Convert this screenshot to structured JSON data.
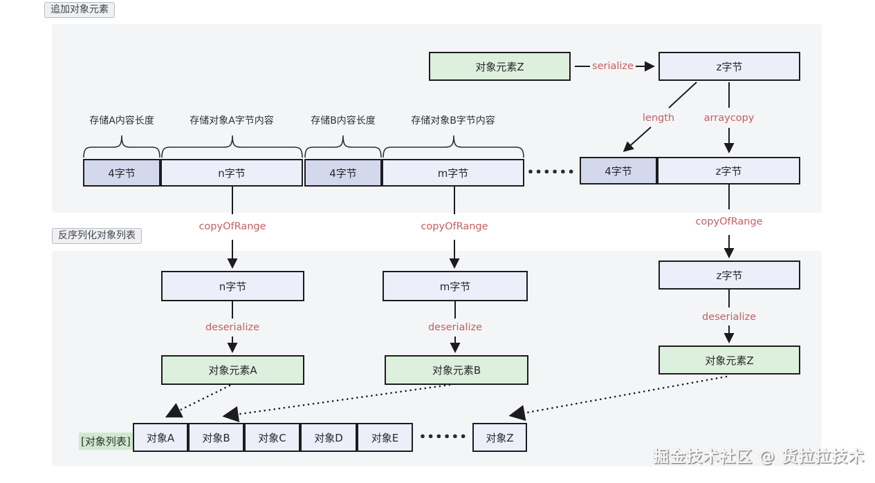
{
  "badges": {
    "append": "追加对象元素",
    "deserialize_list": "反序列化对象列表"
  },
  "top": {
    "object_element_z": "对象元素Z",
    "serialize": "serialize",
    "z_bytes": "z字节",
    "length": "length",
    "arraycopy": "arraycopy",
    "segment_labels": [
      "存储A内容长度",
      "存储对象A字节内容",
      "存储B内容长度",
      "存储对象B字节内容"
    ],
    "byte_cells": [
      "4字节",
      "n字节",
      "4字节",
      "m字节"
    ],
    "byte_cells_right": [
      "4字节",
      "z字节"
    ],
    "ellipsis": "••••••"
  },
  "flow": {
    "copy_of_range": "copyOfRange",
    "deserialize": "deserialize",
    "byte_boxes": {
      "a": "n字节",
      "b": "m字节",
      "z": "z字节"
    },
    "object_boxes": {
      "a": "对象元素A",
      "b": "对象元素B",
      "z": "对象元素Z"
    }
  },
  "object_list": {
    "label": "[对象列表]",
    "items": [
      "对象A",
      "对象B",
      "对象C",
      "对象D",
      "对象E"
    ],
    "ellipsis": "••••••",
    "last": "对象Z"
  },
  "watermark": "掘金技术社区 @ 货拉拉技术",
  "colors": {
    "red_label": "#c2605f",
    "byte_box": "#eceef9",
    "length_box": "#d4d8ed",
    "green_box": "#ddefdd",
    "panel": "#f4f5f7",
    "border": "#1c1c1e",
    "list_label_bg": "#cfe9cd"
  }
}
